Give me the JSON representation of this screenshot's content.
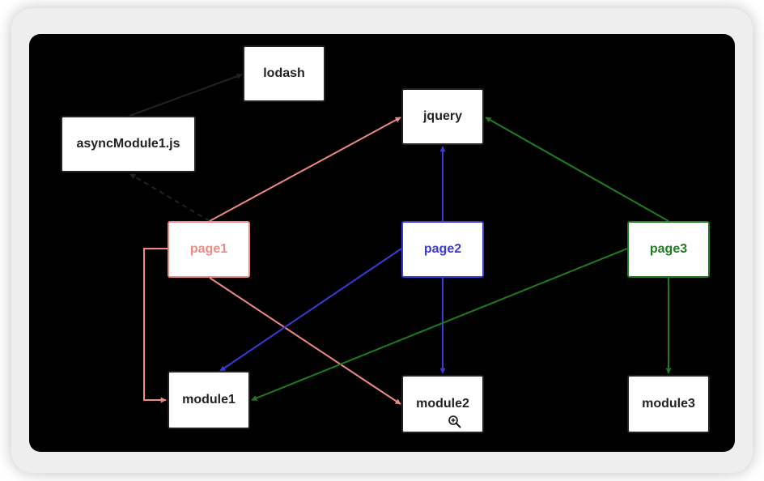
{
  "diagram": {
    "colors": {
      "page1": "#ee8a84",
      "page2": "#3a3ad8",
      "page3": "#1e7d1e",
      "default": "#222222"
    },
    "nodes": {
      "lodash": "lodash",
      "asyncModule1": "asyncModule1.js",
      "jquery": "jquery",
      "page1": "page1",
      "page2": "page2",
      "page3": "page3",
      "module1": "module1",
      "module2": "module2",
      "module3": "module3"
    },
    "edges": [
      {
        "from": "asyncModule1",
        "to": "lodash",
        "color": "default",
        "dashed": false
      },
      {
        "from": "page1",
        "to": "asyncModule1",
        "color": "default",
        "dashed": true
      },
      {
        "from": "page1",
        "to": "jquery",
        "color": "page1",
        "dashed": false
      },
      {
        "from": "page1",
        "to": "module1",
        "color": "page1",
        "dashed": false
      },
      {
        "from": "page1",
        "to": "module2",
        "color": "page1",
        "dashed": false
      },
      {
        "from": "page2",
        "to": "jquery",
        "color": "page2",
        "dashed": false
      },
      {
        "from": "page2",
        "to": "module1",
        "color": "page2",
        "dashed": false
      },
      {
        "from": "page2",
        "to": "module2",
        "color": "page2",
        "dashed": false
      },
      {
        "from": "page3",
        "to": "jquery",
        "color": "page3",
        "dashed": false
      },
      {
        "from": "page3",
        "to": "module1",
        "color": "page3",
        "dashed": false
      },
      {
        "from": "page3",
        "to": "module3",
        "color": "page3",
        "dashed": false
      }
    ],
    "cursor_icon": "zoom-in-icon"
  }
}
